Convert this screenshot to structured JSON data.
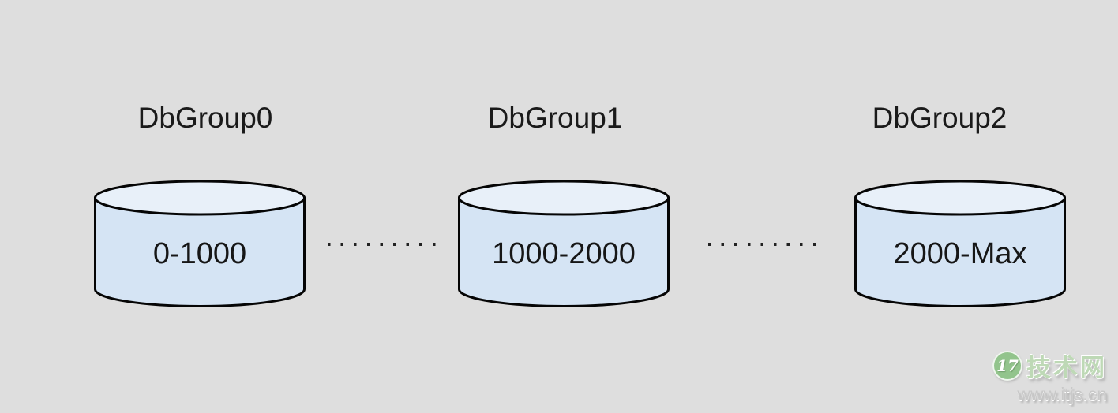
{
  "diagram": {
    "groups": [
      {
        "name": "DbGroup0",
        "range": "0-1000"
      },
      {
        "name": "DbGroup1",
        "range": "1000-2000"
      },
      {
        "name": "DbGroup2",
        "range": "2000-Max"
      }
    ],
    "cylinder_colors": {
      "body": "#d5e4f4",
      "top": "#e8f0f9",
      "stroke": "#050505"
    },
    "connector": {
      "style": "dotted",
      "dot_color": "#222222"
    },
    "background_color": "#dedede"
  },
  "watermark": {
    "badge_text": "17",
    "badge_color": "#92c48c",
    "site_name": "技术网",
    "url": "www.itjs.cn"
  }
}
